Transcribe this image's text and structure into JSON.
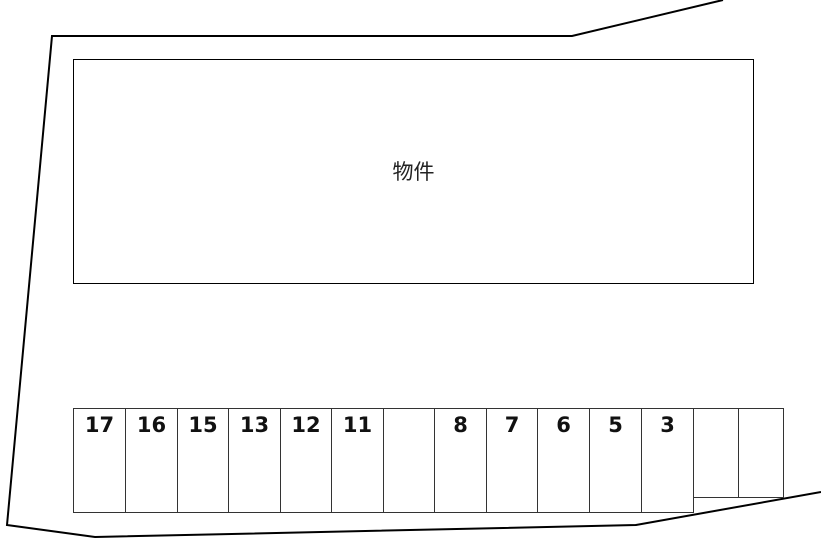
{
  "building": {
    "label": "物件"
  },
  "parking_spots": [
    {
      "label": "17"
    },
    {
      "label": "16"
    },
    {
      "label": "15"
    },
    {
      "label": "13"
    },
    {
      "label": "12"
    },
    {
      "label": "11"
    },
    {
      "label": ""
    },
    {
      "label": "8"
    },
    {
      "label": "7"
    },
    {
      "label": "6"
    },
    {
      "label": "5"
    },
    {
      "label": "3"
    },
    {
      "label": ""
    },
    {
      "label": ""
    }
  ]
}
